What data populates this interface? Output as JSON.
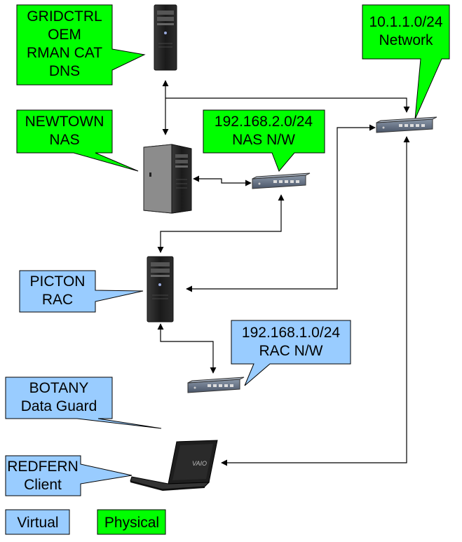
{
  "colors": {
    "physical": "#00ff00",
    "virtual": "#99ccff",
    "line": "#000000"
  },
  "nodes": {
    "gridctrl": {
      "lines": [
        "GRIDCTRL",
        "OEM",
        "RMAN CAT",
        "DNS"
      ],
      "kind": "physical",
      "icon": "tower-server-icon"
    },
    "newtown": {
      "lines": [
        "NEWTOWN",
        "NAS"
      ],
      "kind": "physical",
      "icon": "tower-server-icon"
    },
    "picton": {
      "lines": [
        "PICTON",
        "RAC"
      ],
      "kind": "virtual",
      "icon": "tower-server-icon"
    },
    "botany": {
      "lines": [
        "BOTANY",
        "Data Guard"
      ],
      "kind": "virtual"
    },
    "redfern": {
      "lines": [
        "REDFERN",
        "Client"
      ],
      "kind": "virtual",
      "icon": "laptop-icon"
    }
  },
  "networks": {
    "main": {
      "lines": [
        "10.1.1.0/24",
        "Network"
      ],
      "kind": "physical",
      "icon": "network-switch-icon"
    },
    "nas": {
      "lines": [
        "192.168.2.0/24",
        "NAS N/W"
      ],
      "kind": "physical",
      "icon": "network-switch-icon"
    },
    "rac": {
      "lines": [
        "192.168.1.0/24",
        "RAC N/W"
      ],
      "kind": "virtual",
      "icon": "network-switch-icon"
    }
  },
  "legend": {
    "virtual": "Virtual",
    "physical": "Physical"
  }
}
